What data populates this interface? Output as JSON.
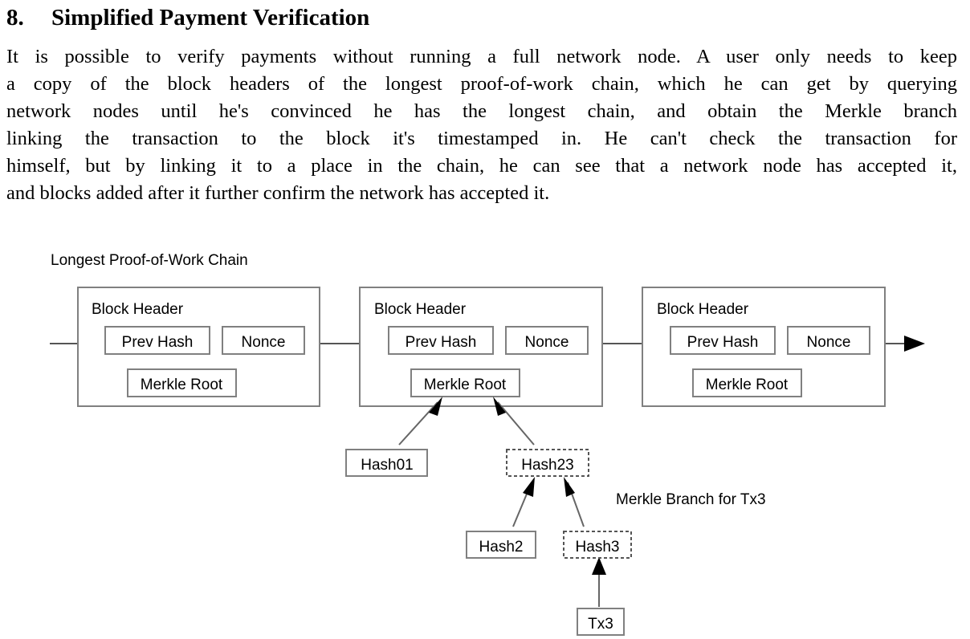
{
  "document": {
    "section_number": "8.",
    "section_title": "Simplified Payment Verification",
    "paragraph_lines": [
      "It is possible to verify payments without running a full network node.  A user only needs to keep",
      "a copy of the block headers of the longest proof-of-work chain, which he can get by querying",
      "network nodes until he's convinced he has the longest chain, and obtain the Merkle branch",
      "linking the transaction to the block it's timestamped in.  He can't check the transaction for",
      "himself, but by linking it to a place in the chain, he can see that a network node has accepted it,",
      "and blocks added after it further confirm the network has accepted it."
    ]
  },
  "diagram": {
    "caption": "Longest Proof-of-Work Chain",
    "branch_label": "Merkle Branch for Tx3",
    "blocks": [
      {
        "title": "Block Header",
        "prev_hash": "Prev Hash",
        "nonce": "Nonce",
        "merkle_root": "Merkle Root"
      },
      {
        "title": "Block Header",
        "prev_hash": "Prev Hash",
        "nonce": "Nonce",
        "merkle_root": "Merkle Root"
      },
      {
        "title": "Block Header",
        "prev_hash": "Prev Hash",
        "nonce": "Nonce",
        "merkle_root": "Merkle Root"
      }
    ],
    "merkle_nodes": [
      {
        "label": "Hash01",
        "style": "solid"
      },
      {
        "label": "Hash23",
        "style": "dashed"
      },
      {
        "label": "Hash2",
        "style": "solid"
      },
      {
        "label": "Hash3",
        "style": "dashed"
      },
      {
        "label": "Tx3",
        "style": "solid"
      }
    ],
    "colors": {
      "box_stroke": "#808080",
      "dashed_stroke": "#555555",
      "connector": "#555555",
      "arrowhead": "#000000",
      "text": "#000000",
      "background": "#ffffff"
    }
  }
}
